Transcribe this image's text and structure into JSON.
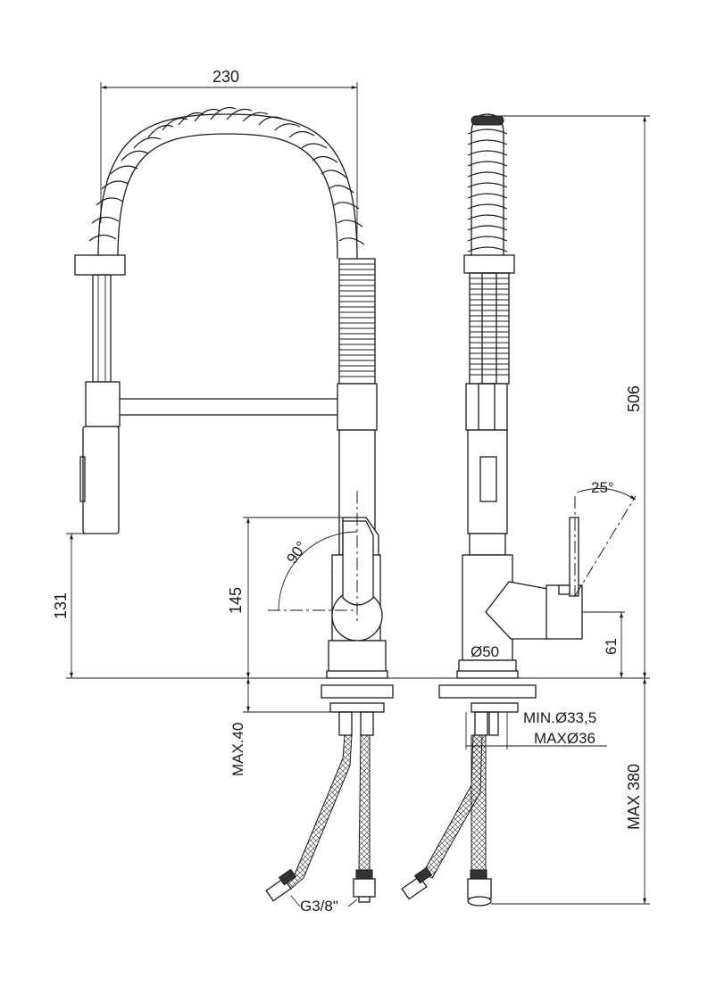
{
  "dimensions": {
    "overall_width": "230",
    "overall_height": "506",
    "spout_height": "131",
    "handle_height": "145",
    "handle_rotation_front": "90°",
    "handle_rotation_side": "25°",
    "base_diameter": "Ø50",
    "base_height": "61",
    "max_deck_thickness": "MAX.40",
    "hole_min": "MIN.Ø33,5",
    "hole_max": "MAXØ36",
    "hose_length": "MAX 380",
    "connection_thread": "G3/8\""
  }
}
